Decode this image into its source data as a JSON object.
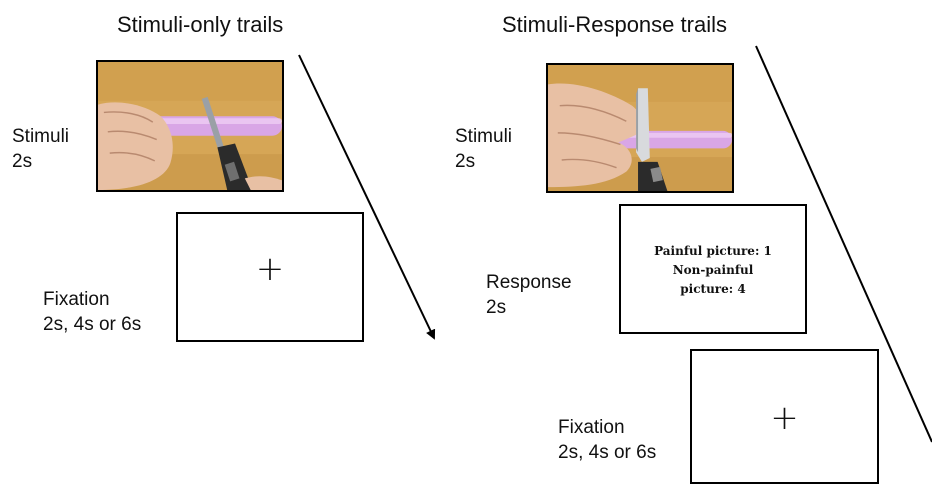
{
  "left_panel": {
    "heading": "Stimuli-only trails",
    "stimuli_label": "Stimuli",
    "stimuli_duration": "2s",
    "fixation_label": "Fixation",
    "fixation_duration": "2s, 4s or 6s",
    "fixation_symbol": "+"
  },
  "right_panel": {
    "heading": "Stimuli-Response trails",
    "stimuli_label": "Stimuli",
    "stimuli_duration": "2s",
    "response_label": "Response",
    "response_duration": "2s",
    "response_screen": {
      "line1": "Painful picture: 1",
      "line2": "Non-painful",
      "line3": "picture: 4"
    },
    "fixation_label": "Fixation",
    "fixation_duration": "2s, 4s or 6s",
    "fixation_symbol": "+"
  },
  "colors": {
    "table_wood": "#d8a85a",
    "tube": "#d9a6e6",
    "skin": "#e9c2a6"
  }
}
